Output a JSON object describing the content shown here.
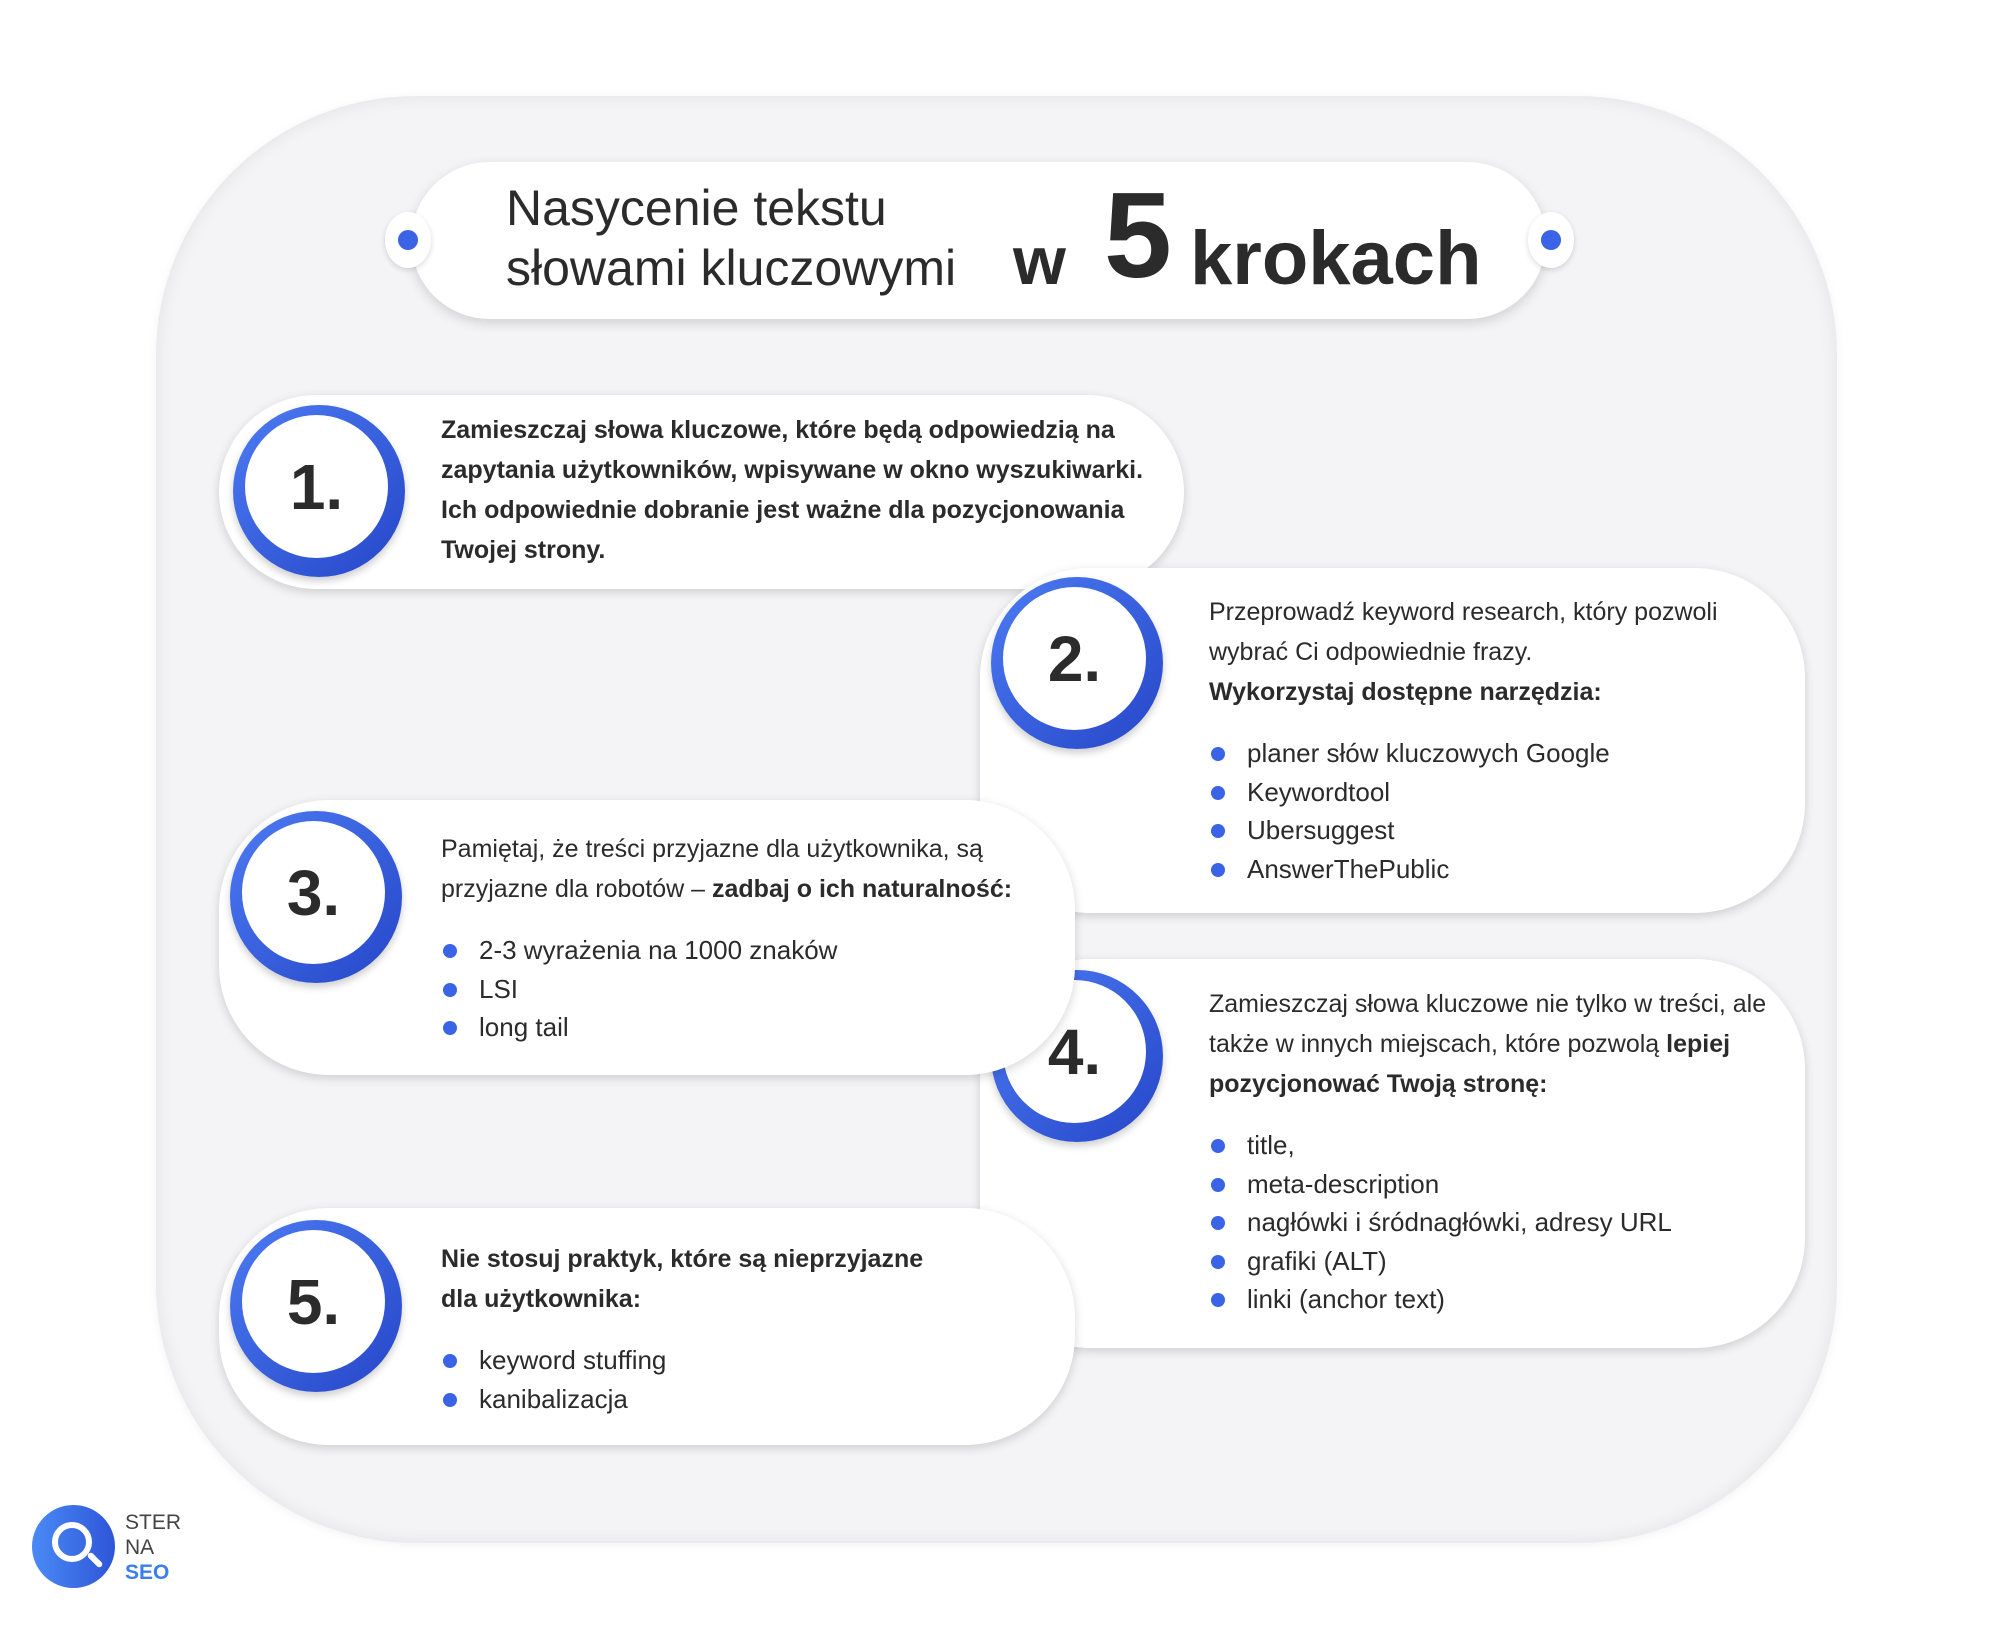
{
  "title": {
    "line1": "Nasycenie tekstu",
    "line2": "słowami kluczowymi",
    "w": "w",
    "number": "5",
    "krokach": "krokach"
  },
  "steps": [
    {
      "number": "1.",
      "text_bold": "Zamieszczaj słowa kluczowe, które będą odpowiedzią na zapytania użytkowników, wpisywane w okno wyszukiwarki. Ich odpowiednie dobranie jest ważne dla pozycjonowania Twojej strony."
    },
    {
      "number": "2.",
      "text": "Przeprowadź keyword research, który pozwoli wybrać Ci odpowiednie frazy.",
      "text_bold": "Wykorzystaj dostępne narzędzia:",
      "bullets": [
        "planer słów kluczowych Google",
        "Keywordtool",
        "Ubersuggest",
        "AnswerThePublic"
      ]
    },
    {
      "number": "3.",
      "text": "Pamiętaj, że treści przyjazne dla użytkownika, są przyjazne dla robotów –",
      "text_bold": "zadbaj o ich naturalność:",
      "bullets": [
        "2-3 wyrażenia na 1000 znaków",
        "LSI",
        "long tail"
      ]
    },
    {
      "number": "4.",
      "text": "Zamieszczaj słowa kluczowe nie tylko w treści, ale także w innych miejscach, które pozwolą",
      "text_bold": "lepiej pozycjonować Twoją stronę:",
      "bullets": [
        "title,",
        "meta-description",
        "nagłówki i śródnagłówki, adresy URL",
        "grafiki (ALT)",
        "linki (anchor text)"
      ]
    },
    {
      "number": "5.",
      "text_bold": "Nie stosuj praktyk, które są nieprzyjazne dla użytkownika:",
      "bullets": [
        "keyword stuffing",
        "kanibalizacja"
      ]
    }
  ],
  "logo": {
    "line1": "STER",
    "line2": "NA",
    "line3": "SEO"
  },
  "colors": {
    "accent": "#3a63e6",
    "text": "#2b2b2b",
    "background": "#f4f4f6"
  }
}
